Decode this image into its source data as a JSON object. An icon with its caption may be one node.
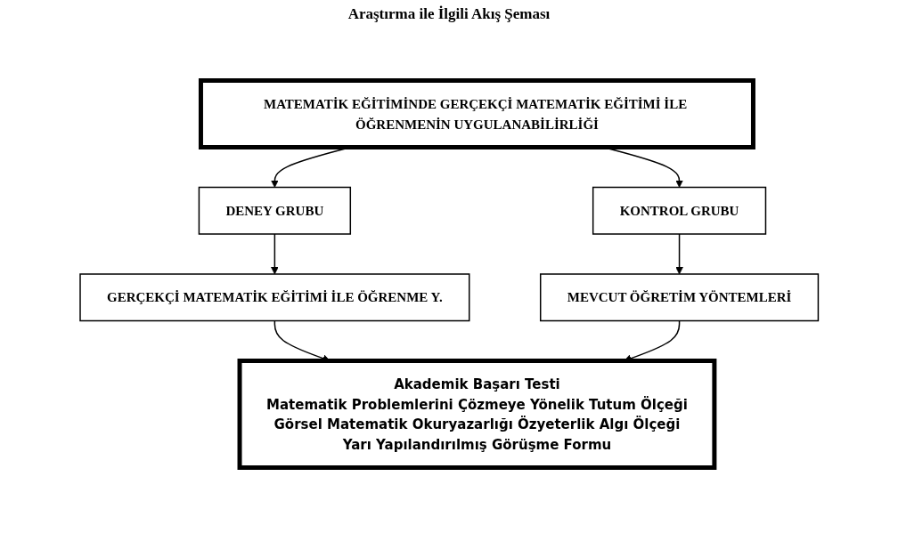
{
  "diagram": {
    "title": "Araştırma ile İlgili Akış Şeması",
    "nodes": [
      {
        "text": [
          "MATEMATİK EĞİTİMİNDE GERÇEKÇİ MATEMATİK EĞİTİMİ İLE ÖĞRENMENİN UYGULANABİLİRLİĞİ"
        ]
      },
      {
        "text": [
          "DENEY GRUBU"
        ]
      },
      {
        "text": [
          "KONTROL GRUBU"
        ]
      },
      {
        "text": [
          "GERÇEKÇİ MATEMATİK EĞİTİMİ İLE ÖĞRENME Y."
        ]
      },
      {
        "text": [
          "MEVCUT ÖĞRETİM YÖNTEMLERİ"
        ]
      },
      {
        "text": [
          "Akademik Başarı Testi",
          "Matematik Problemlerini Çözmeye Yönelik Tutum Ölçeği",
          "Görsel Matematik Okuryazarlığı Özyeterlik Algı Ölçeği",
          "Yarı Yapılandırılmış Görüşme Formu"
        ]
      }
    ],
    "edges": [
      {
        "from": 0,
        "to": 1,
        "arrow": "to"
      },
      {
        "from": 0,
        "to": 2,
        "arrow": "to"
      },
      {
        "from": 1,
        "to": 3,
        "arrow": "to"
      },
      {
        "from": 2,
        "to": 4,
        "arrow": "to"
      },
      {
        "from": 3,
        "to": 5,
        "arrow": "to"
      },
      {
        "from": 4,
        "to": 5,
        "arrow": "to"
      }
    ]
  }
}
